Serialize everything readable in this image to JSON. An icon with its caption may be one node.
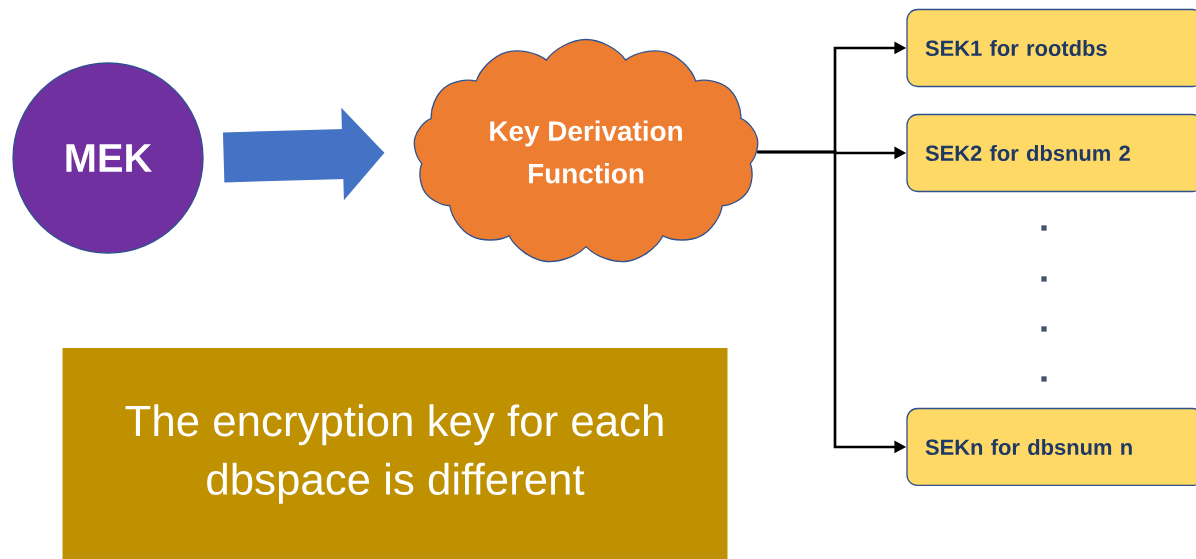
{
  "diagram": {
    "nodes": [
      {
        "text": [
          "MEK"
        ]
      },
      {
        "text": [
          "Key Derivation Function"
        ]
      },
      {
        "text": [
          "SEK1 for rootdbs"
        ]
      },
      {
        "text": [
          "SEK2 for dbsnum 2"
        ]
      },
      {
        "text": [
          "SEKn for dbsnum n"
        ]
      },
      {
        "text": [
          "The encryption key for each dbspace is different"
        ]
      }
    ],
    "edges": [
      {
        "from": 0,
        "to": 1,
        "arrow": "to",
        "style": "thick",
        "color": "#4472c4"
      },
      {
        "from": 1,
        "to": 2,
        "arrow": "to"
      },
      {
        "from": 1,
        "to": 3,
        "arrow": "to"
      },
      {
        "from": 1,
        "to": 4,
        "arrow": "to"
      }
    ]
  }
}
